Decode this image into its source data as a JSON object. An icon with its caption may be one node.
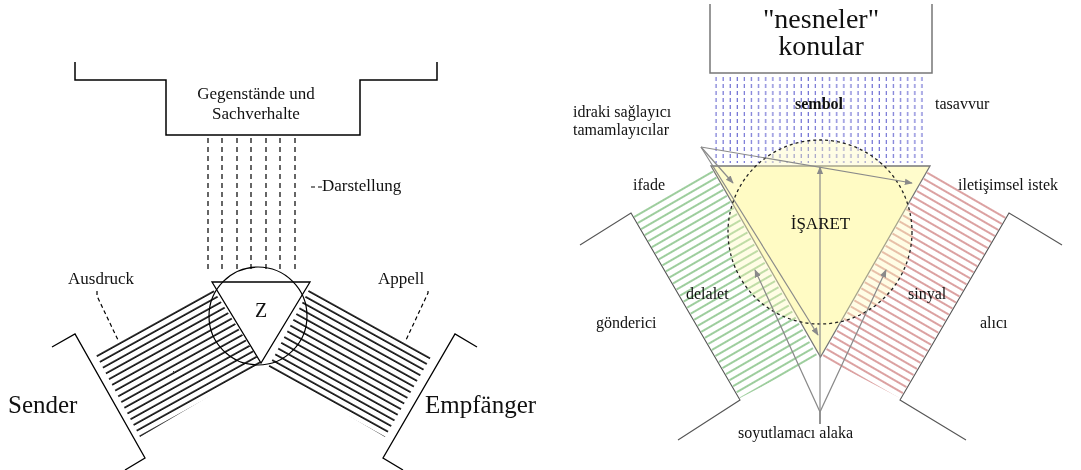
{
  "diagram": {
    "nodes": [
      {
        "text": [
          "Gegenstände und Sachverhalte"
        ]
      },
      {
        "text": [
          "Darstellung"
        ]
      },
      {
        "text": [
          "Ausdruck"
        ]
      },
      {
        "text": [
          "Appell"
        ]
      },
      {
        "text": [
          "Z"
        ]
      },
      {
        "text": [
          "Sender"
        ]
      },
      {
        "text": [
          "Empfänger"
        ]
      },
      {
        "text": [
          "\"nesneler\" konular"
        ]
      },
      {
        "text": [
          "idraki sağlayıcı tamamlayıcılar"
        ]
      },
      {
        "text": [
          "İŞARET"
        ]
      },
      {
        "text": [
          "gönderici"
        ]
      },
      {
        "text": [
          "alıcı"
        ]
      },
      {
        "text": [
          "soyutlamacı alaka"
        ]
      },
      {
        "text": [],
        "shape": "bar"
      },
      {
        "text": [],
        "shape": "bar"
      }
    ],
    "edges": [
      {
        "from": 1,
        "to": null,
        "arrow": "none",
        "style": "dashed",
        "color": "#000000"
      },
      {
        "from": 2,
        "to": 13,
        "arrow": "none",
        "style": "dashed",
        "color": "#000000"
      },
      {
        "from": 3,
        "to": 14,
        "arrow": "none",
        "style": "dashed",
        "color": "#000000"
      },
      {
        "from": 8,
        "to": 9,
        "arrow": "to"
      },
      {
        "from": 8,
        "to": 9,
        "arrow": "to"
      },
      {
        "from": 8,
        "to": 9,
        "arrow": "to"
      },
      {
        "from": 12,
        "to": 9,
        "arrow": "to"
      },
      {
        "from": 12,
        "to": 9,
        "arrow": "to"
      },
      {
        "from": 12,
        "to": 9,
        "arrow": "to"
      }
    ],
    "labels": [
      "sembol",
      "tasavvur",
      "ifade",
      "iletişimsel istek",
      "delalet",
      "sinyal"
    ]
  }
}
